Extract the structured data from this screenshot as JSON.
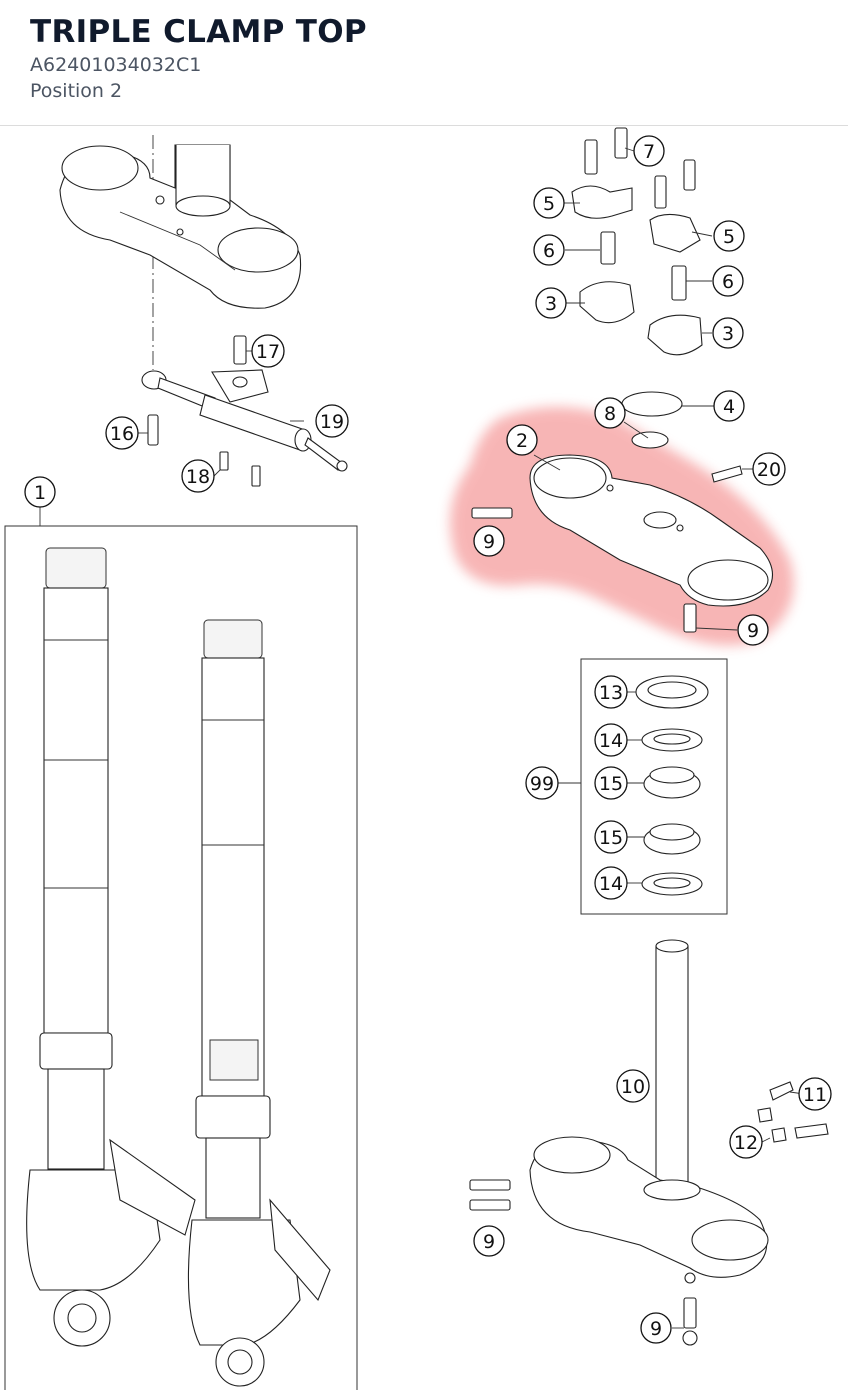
{
  "header": {
    "title": "TRIPLE CLAMP TOP",
    "part_number": "A62401034032C1",
    "position": "Position 2"
  },
  "highlight_color": "#f27a7a",
  "callouts": {
    "c1": "1",
    "c2": "2",
    "c3a": "3",
    "c3b": "3",
    "c4": "4",
    "c5a": "5",
    "c5b": "5",
    "c6a": "6",
    "c6b": "6",
    "c7": "7",
    "c8": "8",
    "c9a": "9",
    "c9b": "9",
    "c9c": "9",
    "c9d": "9",
    "c10": "10",
    "c11": "11",
    "c12": "12",
    "c13": "13",
    "c14a": "14",
    "c14b": "14",
    "c15a": "15",
    "c15b": "15",
    "c16": "16",
    "c17": "17",
    "c18": "18",
    "c19": "19",
    "c20": "20",
    "c99": "99"
  }
}
